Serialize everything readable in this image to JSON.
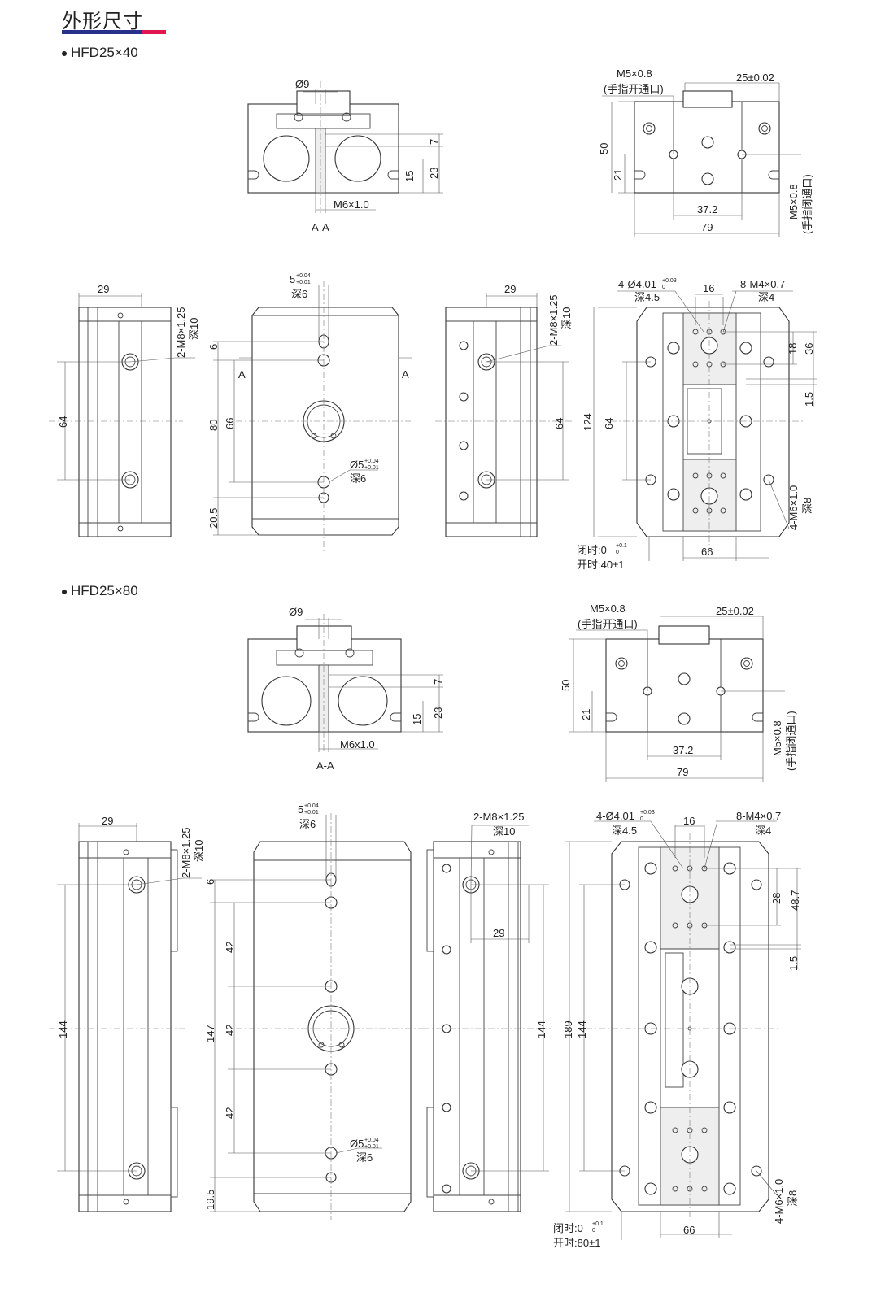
{
  "header": {
    "title": "外形尺寸",
    "accent_colors": [
      "#27318b",
      "#e0174f"
    ]
  },
  "s1": {
    "model": "HFD25×40",
    "aa": {
      "dia": "Ø9",
      "d7": "7",
      "d15": "15",
      "d23": "23",
      "thread": "M6×1.0",
      "label": "A-A"
    },
    "top": {
      "port_open": "M5×0.8",
      "port_open_note": "(手指开通口)",
      "tol": "25±0.02",
      "h50": "50",
      "h21": "21",
      "w37": "37.2",
      "w79": "79",
      "port_close": "M5×0.8",
      "port_close_note": "(手指闭通口)"
    },
    "lside": {
      "w": "29",
      "tap": "2-M8×1.25",
      "depth": "深10",
      "h": "64"
    },
    "front": {
      "pin": "5",
      "pin_up": "+0.04",
      "pin_lo": "+0.01",
      "pin_depth": "深6",
      "d6": "6",
      "d80": "80",
      "d66": "66",
      "d20": "20.5",
      "secA": "A",
      "secA2": "A",
      "hole": "Ø5",
      "hole_up": "+0.04",
      "hole_lo": "+0.01",
      "hole_depth": "深6"
    },
    "rside": {
      "w": "29",
      "tap": "2-M8×1.25",
      "depth": "深10",
      "h": "64"
    },
    "bottom": {
      "pin": "4-Ø4.01",
      "pin_up": "+0.03",
      "pin_lo": "0",
      "pin_depth": "深4.5",
      "w16": "16",
      "tap": "8-M4×0.7",
      "tap_depth": "深4",
      "d18": "18",
      "d36": "36",
      "d15": "1.5",
      "h124": "124",
      "h64": "64",
      "mount": "4-M6×1.0",
      "mount_depth": "深8",
      "w66": "66",
      "closed": "闭时:0",
      "closed_up": "+0.1",
      "closed_lo": "0",
      "open": "开时:40±1"
    }
  },
  "s2": {
    "model": "HFD25×80",
    "aa": {
      "dia": "Ø9",
      "d7": "7",
      "d15": "15",
      "d23": "23",
      "thread": "M6x1.0",
      "label": "A-A"
    },
    "top": {
      "port_open": "M5×0.8",
      "port_open_note": "(手指开通口)",
      "tol": "25±0.02",
      "h50": "50",
      "h21": "21",
      "w37": "37.2",
      "w79": "79",
      "port_close": "M5×0.8",
      "port_close_note": "(手指闭通口)"
    },
    "lside": {
      "w": "29",
      "tap": "2-M8×1.25",
      "depth": "深10",
      "h": "144"
    },
    "front": {
      "pin": "5",
      "pin_up": "+0.04",
      "pin_lo": "+0.01",
      "pin_depth": "深6",
      "d6": "6",
      "d42a": "42",
      "d147": "147",
      "d42b": "42",
      "d42c": "42",
      "d19": "19.5",
      "hole": "Ø5",
      "hole_up": "+0.04",
      "hole_lo": "+0.01",
      "hole_depth": "深6"
    },
    "rside": {
      "tap": "2-M8×1.25",
      "depth": "深10",
      "w": "29",
      "h": "144"
    },
    "bottom": {
      "pin": "4-Ø4.01",
      "pin_up": "+0.03",
      "pin_lo": "0",
      "pin_depth": "深4.5",
      "w16": "16",
      "tap": "8-M4×0.7",
      "tap_depth": "深4",
      "d28": "28",
      "d48": "48.7",
      "d15": "1.5",
      "h189": "189",
      "h144": "144",
      "mount": "4-M6×1.0",
      "mount_depth": "深8",
      "w66": "66",
      "closed": "闭时:0",
      "closed_up": "+0.1",
      "closed_lo": "0",
      "open": "开时:80±1"
    }
  }
}
